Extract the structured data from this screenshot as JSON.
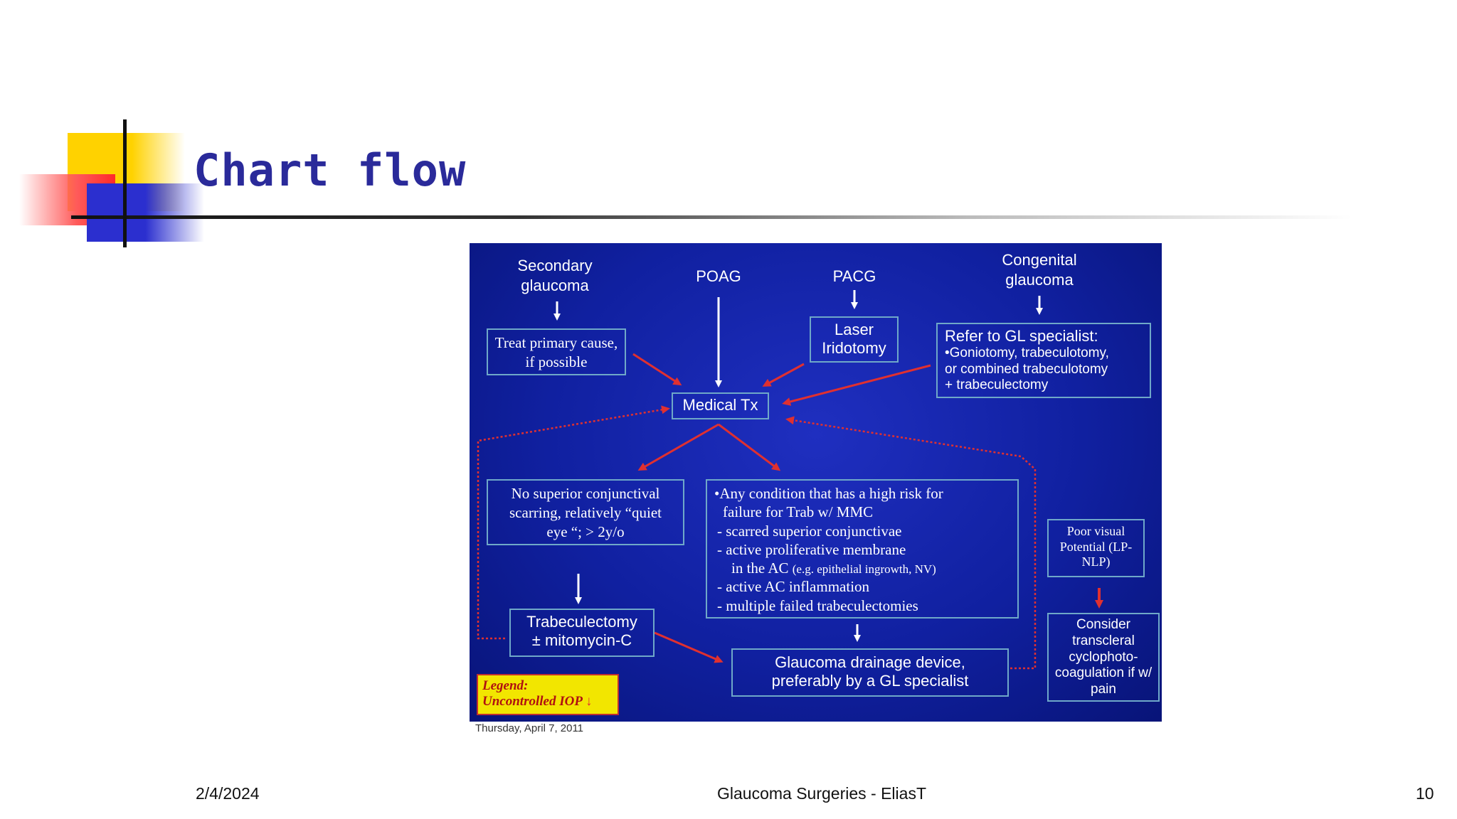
{
  "slide": {
    "title": "Chart flow",
    "footer_date": "2/4/2024",
    "footer_center": "Glaucoma Surgeries - EliasT",
    "page_number": "10"
  },
  "diagram": {
    "secondary_glaucoma": "Secondary glaucoma",
    "poag": "POAG",
    "pacg": "PACG",
    "congenital_glaucoma": "Congenital glaucoma",
    "treat_primary": "Treat primary cause, if possible",
    "laser_iridotomy": "Laser Iridotomy",
    "refer_title": "Refer to GL specialist:",
    "refer_line1": "•Goniotomy, trabeculotomy,",
    "refer_line2": "or combined trabeculotomy",
    "refer_line3": "+ trabeculectomy",
    "medical_tx": "Medical Tx",
    "no_superior": "No superior conjunctival scarring, relatively “quiet eye “; > 2y/o",
    "cond_line1": "•Any condition that has a  high risk for",
    "cond_line2": "failure for Trab w/ MMC",
    "cond_line3": "- scarred superior conjunctivae",
    "cond_line4": "- active proliferative membrane",
    "cond_line5": "in the AC",
    "cond_line5_small": "(e.g. epithelial ingrowth, NV)",
    "cond_line6": "- active AC inflammation",
    "cond_line7": "- multiple failed trabeculectomies",
    "poor_visual": "Poor visual Potential (LP-NLP)",
    "trabeculectomy_line1": "Trabeculectomy",
    "trabeculectomy_line2": "± mitomycin-C",
    "drainage_device": "Glaucoma drainage device, preferably by a GL specialist",
    "consider": "Consider transcleral cyclophoto-coagulation if w/ pain",
    "legend_line1": "Legend:",
    "legend_line2": "Uncontrolled IOP",
    "date": "Thursday, April 7, 2011",
    "colors": {
      "background": "#1020a0",
      "box_border": "#6fa8c8",
      "arrow_white": "#ffffff",
      "arrow_red": "#e03030",
      "legend_bg": "#f2e600"
    }
  }
}
